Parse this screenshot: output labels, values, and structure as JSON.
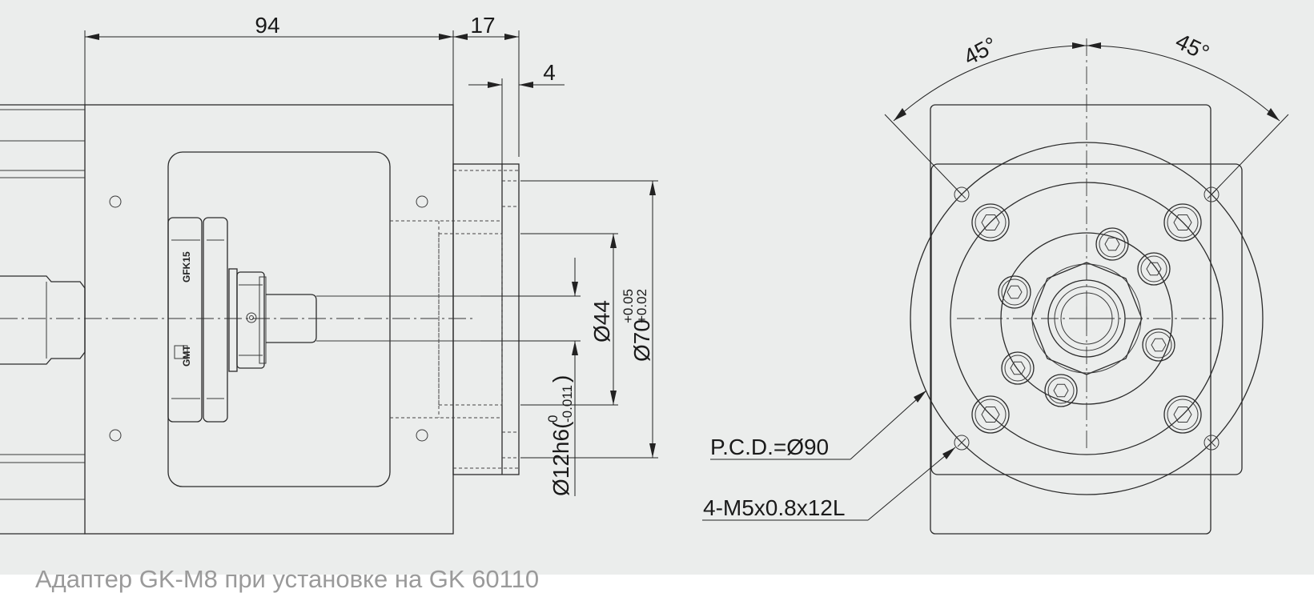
{
  "caption": "Адаптер GK-M8 при установке на GK 60110",
  "side_view": {
    "dims": {
      "length": "94",
      "flange": "17",
      "step": "4",
      "bore": "Ø44",
      "spigot_base": "Ø70",
      "spigot_tol_upper": "+0.05",
      "spigot_tol_lower": "+0.02",
      "shaft": "Ø12h6(",
      "shaft_tol_upper": "0",
      "shaft_tol_lower": "-0.011",
      "shaft_close": ")"
    },
    "coupling_marks": {
      "model": "GFK15",
      "brand": "GMT"
    }
  },
  "front_view": {
    "angle_left": "45°",
    "angle_right": "45°",
    "pcd": "P.C.D.=Ø90",
    "thread": "4-M5x0.8x12L"
  }
}
